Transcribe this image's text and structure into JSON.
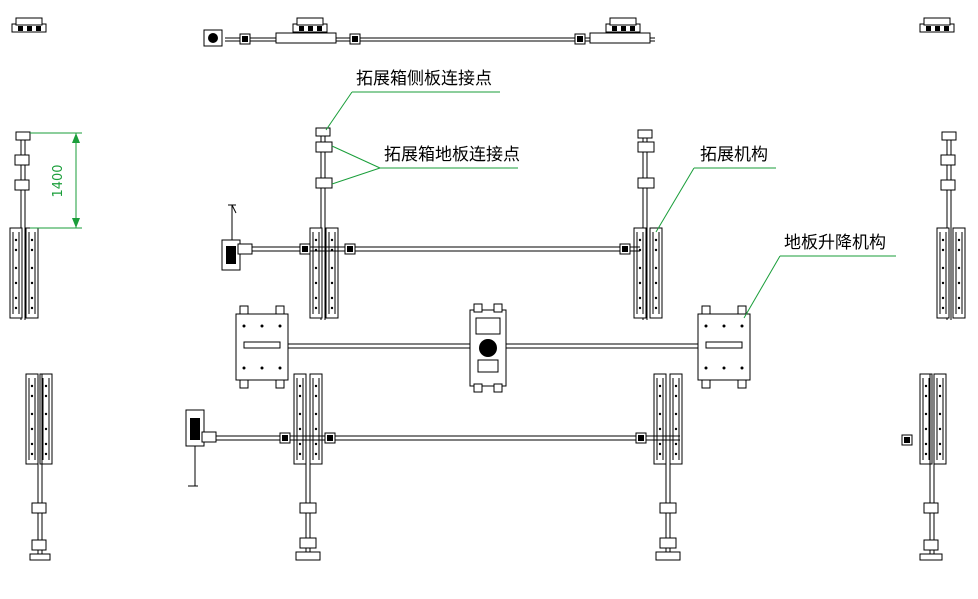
{
  "labels": {
    "side_panel_connection": "拓展箱侧板连接点",
    "floor_panel_connection": "拓展箱地板连接点",
    "expansion_mechanism": "拓展机构",
    "floor_lift_mechanism": "地板升降机构"
  },
  "dimension": {
    "value": "1400"
  },
  "colors": {
    "callout": "#1a9e3a",
    "lines": "#000000",
    "background": "#ffffff"
  }
}
